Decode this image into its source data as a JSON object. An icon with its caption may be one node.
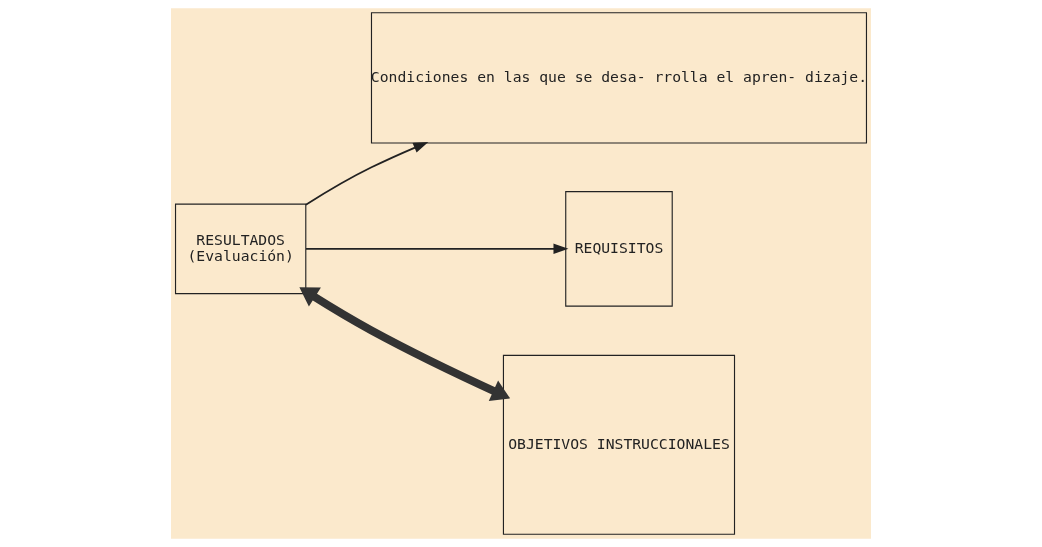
{
  "diagram": {
    "nodes": [
      {
        "text": [
          "Condiciones en las que se desa- rrolla el apren- dizaje."
        ]
      },
      {
        "text": [
          "REQUISITOS"
        ]
      },
      {
        "text": [
          "RESULTADOS",
          "(Evaluación)"
        ]
      },
      {
        "text": [
          "OBJETIVOS INSTRUCCIONALES"
        ]
      }
    ],
    "edges": [
      {
        "from": 2,
        "to": 1,
        "arrow": "to"
      },
      {
        "from": 2,
        "to": 0,
        "arrow": "to"
      },
      {
        "from": 2,
        "to": 3,
        "arrow": "both",
        "style": "thick",
        "color": "#333333"
      }
    ]
  }
}
